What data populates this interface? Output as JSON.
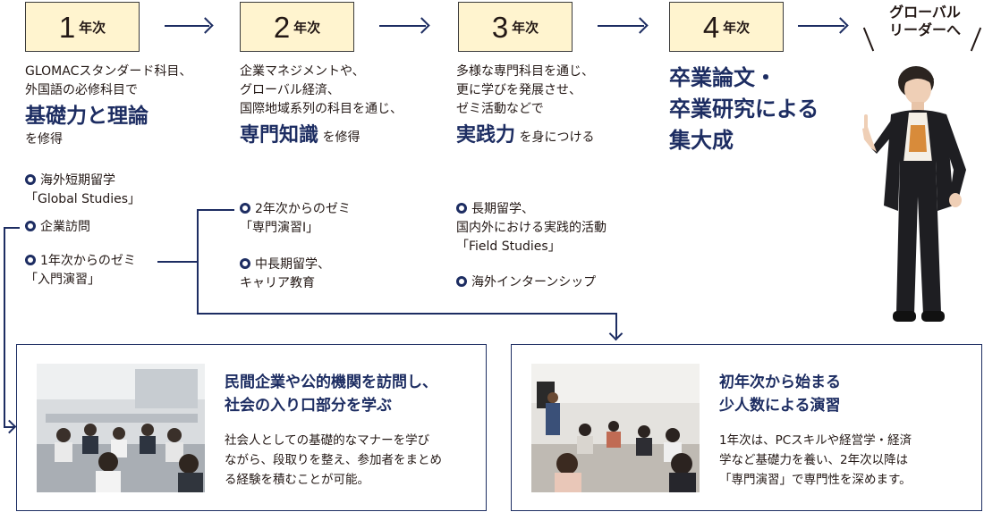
{
  "years": [
    {
      "num": "1",
      "suffix": "年次"
    },
    {
      "num": "2",
      "suffix": "年次"
    },
    {
      "num": "3",
      "suffix": "年次"
    },
    {
      "num": "4",
      "suffix": "年次"
    }
  ],
  "goal": {
    "line1": "グローバル",
    "line2": "リーダーへ"
  },
  "year1": {
    "line1": "GLOMACスタンダード科目、",
    "line2": "外国語の必修科目で",
    "highlight": "基礎力と理論",
    "after": "を修得",
    "bullets": [
      {
        "line1": "海外短期留学",
        "line2": "「Global Studies」"
      },
      {
        "line1": "企業訪問"
      },
      {
        "line1": "1年次からのゼミ",
        "line2": "「入門演習」"
      }
    ]
  },
  "year2": {
    "line1": "企業マネジメントや、",
    "line2": "グローバル経済、",
    "line3": "国際地域系列の科目を通じ、",
    "highlight": "専門知識",
    "after": "を修得",
    "bullets": [
      {
        "line1": "2年次からのゼミ",
        "line2": "「専門演習Ⅰ」"
      },
      {
        "line1": "中長期留学、",
        "line2": "キャリア教育"
      }
    ]
  },
  "year3": {
    "line1": "多様な専門科目を通じ、",
    "line2": "更に学びを発展させ、",
    "line3": "ゼミ活動などで",
    "highlight": "実践力",
    "after": "を身につける",
    "bullets": [
      {
        "line1": "長期留学、",
        "line2": "国内外における実践的活動",
        "line3": "「Field Studies」"
      },
      {
        "line1": "海外インターンシップ"
      }
    ]
  },
  "year4": {
    "line1": "卒業論文・",
    "line2": "卒業研究による",
    "line3": "集大成"
  },
  "cards": [
    {
      "title1": "民間企業や公的機関を訪問し、",
      "title2": "社会の入り口部分を学ぶ",
      "text1": "社会人としての基礎的なマナーを学び",
      "text2": "ながら、段取りを整え、参加者をまとめ",
      "text3": "る経験を積むことが可能。"
    },
    {
      "title1": "初年次から始まる",
      "title2": "少人数による演習",
      "text1": "1年次は、PCスキルや経営学・経済",
      "text2": "学など基礎力を養い、2年次以降は",
      "text3": "「専門演習」で専門性を深めます。"
    }
  ],
  "colors": {
    "accent": "#1d2d62",
    "yearBox": "#fff4cf"
  }
}
